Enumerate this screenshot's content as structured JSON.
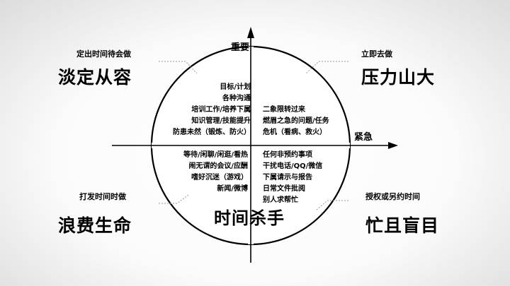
{
  "axes": {
    "vertical_label": "重要",
    "horizontal_label": "紧急"
  },
  "quadrants": {
    "top_left": {
      "subtitle": "定出时间待会做",
      "title": "淡定从容",
      "items": [
        "目标/计划",
        "各种沟通",
        "培训工作/培养下属",
        "知识管理/技能提升",
        "防患未然（锻炼、防火）"
      ]
    },
    "top_right": {
      "subtitle": "立即去做",
      "title": "压力山大",
      "items": [
        "二象限转过来",
        "燃眉之急的问题/任务",
        "危机（看病、救火）"
      ]
    },
    "bottom_left": {
      "subtitle": "打发时间时做",
      "title": "浪费生命",
      "items": [
        "等待/闲聊/闲逛/看热",
        "闹无谓的会议/应酬",
        "嗜好沉迷（游戏）",
        "新闻/微博"
      ]
    },
    "bottom_right": {
      "subtitle": "授权或另约时间",
      "title": "忙且盲目",
      "items": [
        "任何非预约事项",
        "干扰电话/QQ/微信",
        "下属请示与报告",
        "日常文件批阅",
        "别人求帮忙"
      ]
    }
  },
  "center_label": "时间杀手"
}
